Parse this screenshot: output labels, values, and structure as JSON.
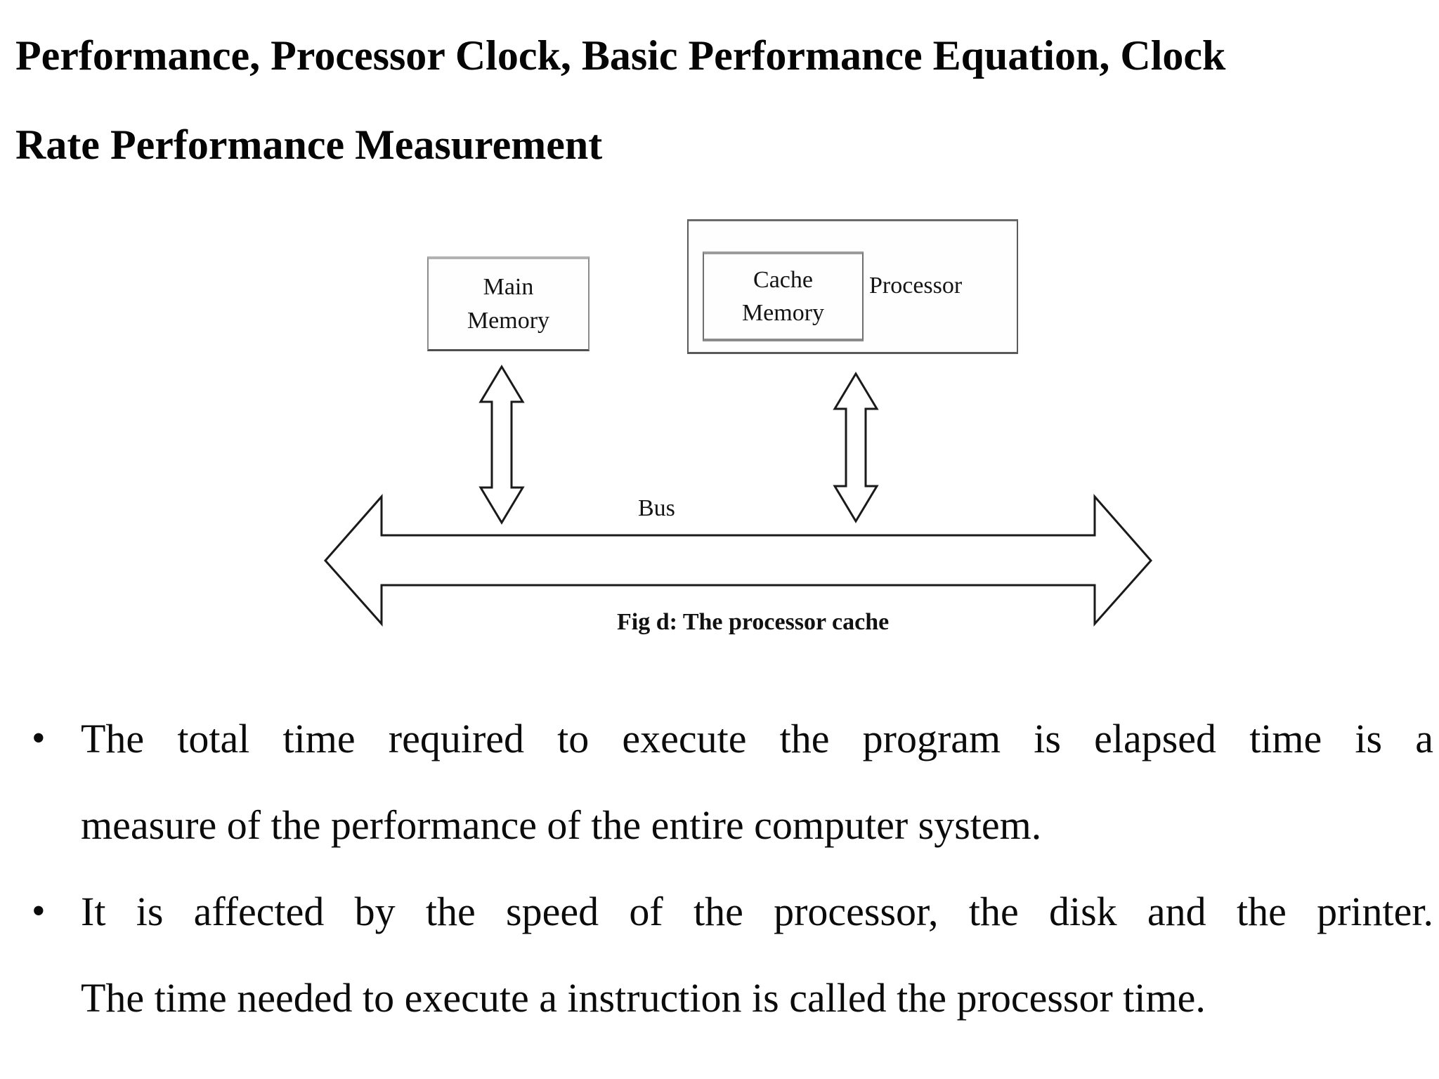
{
  "title": {
    "lines": [
      "Performance, Processor Clock, Basic Performance Equation, Clock",
      "Rate Performance Measurement"
    ]
  },
  "diagram": {
    "main_memory_box": {
      "lines": [
        "Main",
        "Memory"
      ]
    },
    "processor_box": {
      "label": "Processor",
      "cache_box": {
        "lines": [
          "Cache",
          "Memory"
        ]
      }
    },
    "bus_label": "Bus",
    "caption": "Fig d: The processor cache",
    "colors": {
      "arrow_stroke": "#1a1a1a",
      "arrow_fill": "#ffffff",
      "box_border": "#6a6a6a"
    }
  },
  "bullets": {
    "marker": "•",
    "items": [
      {
        "lines": [
          "The total time required to execute the program is elapsed time is a",
          "measure of the performance of the entire computer system."
        ]
      },
      {
        "lines": [
          "It is affected by the speed of the processor, the disk and the printer.",
          "The time needed to execute a instruction is called the processor time."
        ]
      }
    ]
  }
}
